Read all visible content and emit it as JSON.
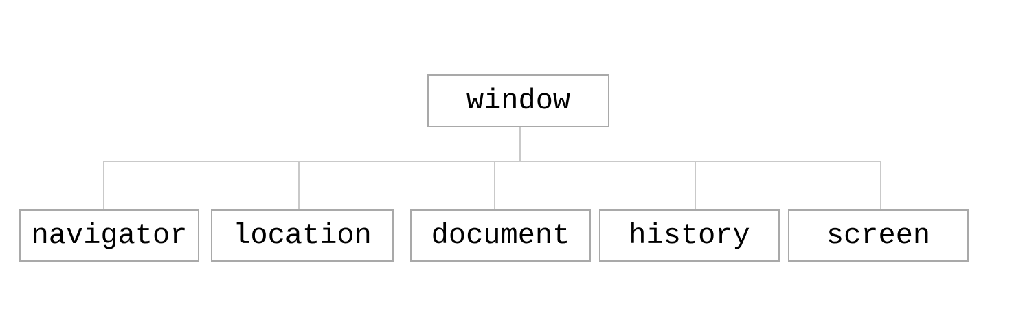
{
  "diagram": {
    "type": "tree",
    "root": {
      "label": "window"
    },
    "children": [
      {
        "label": "navigator"
      },
      {
        "label": "location"
      },
      {
        "label": "document"
      },
      {
        "label": "history"
      },
      {
        "label": "screen"
      }
    ],
    "colors": {
      "background": "#ffffff",
      "box_border": "#a9a9a9",
      "connector": "#c9c9c9",
      "text": "#000000"
    }
  }
}
